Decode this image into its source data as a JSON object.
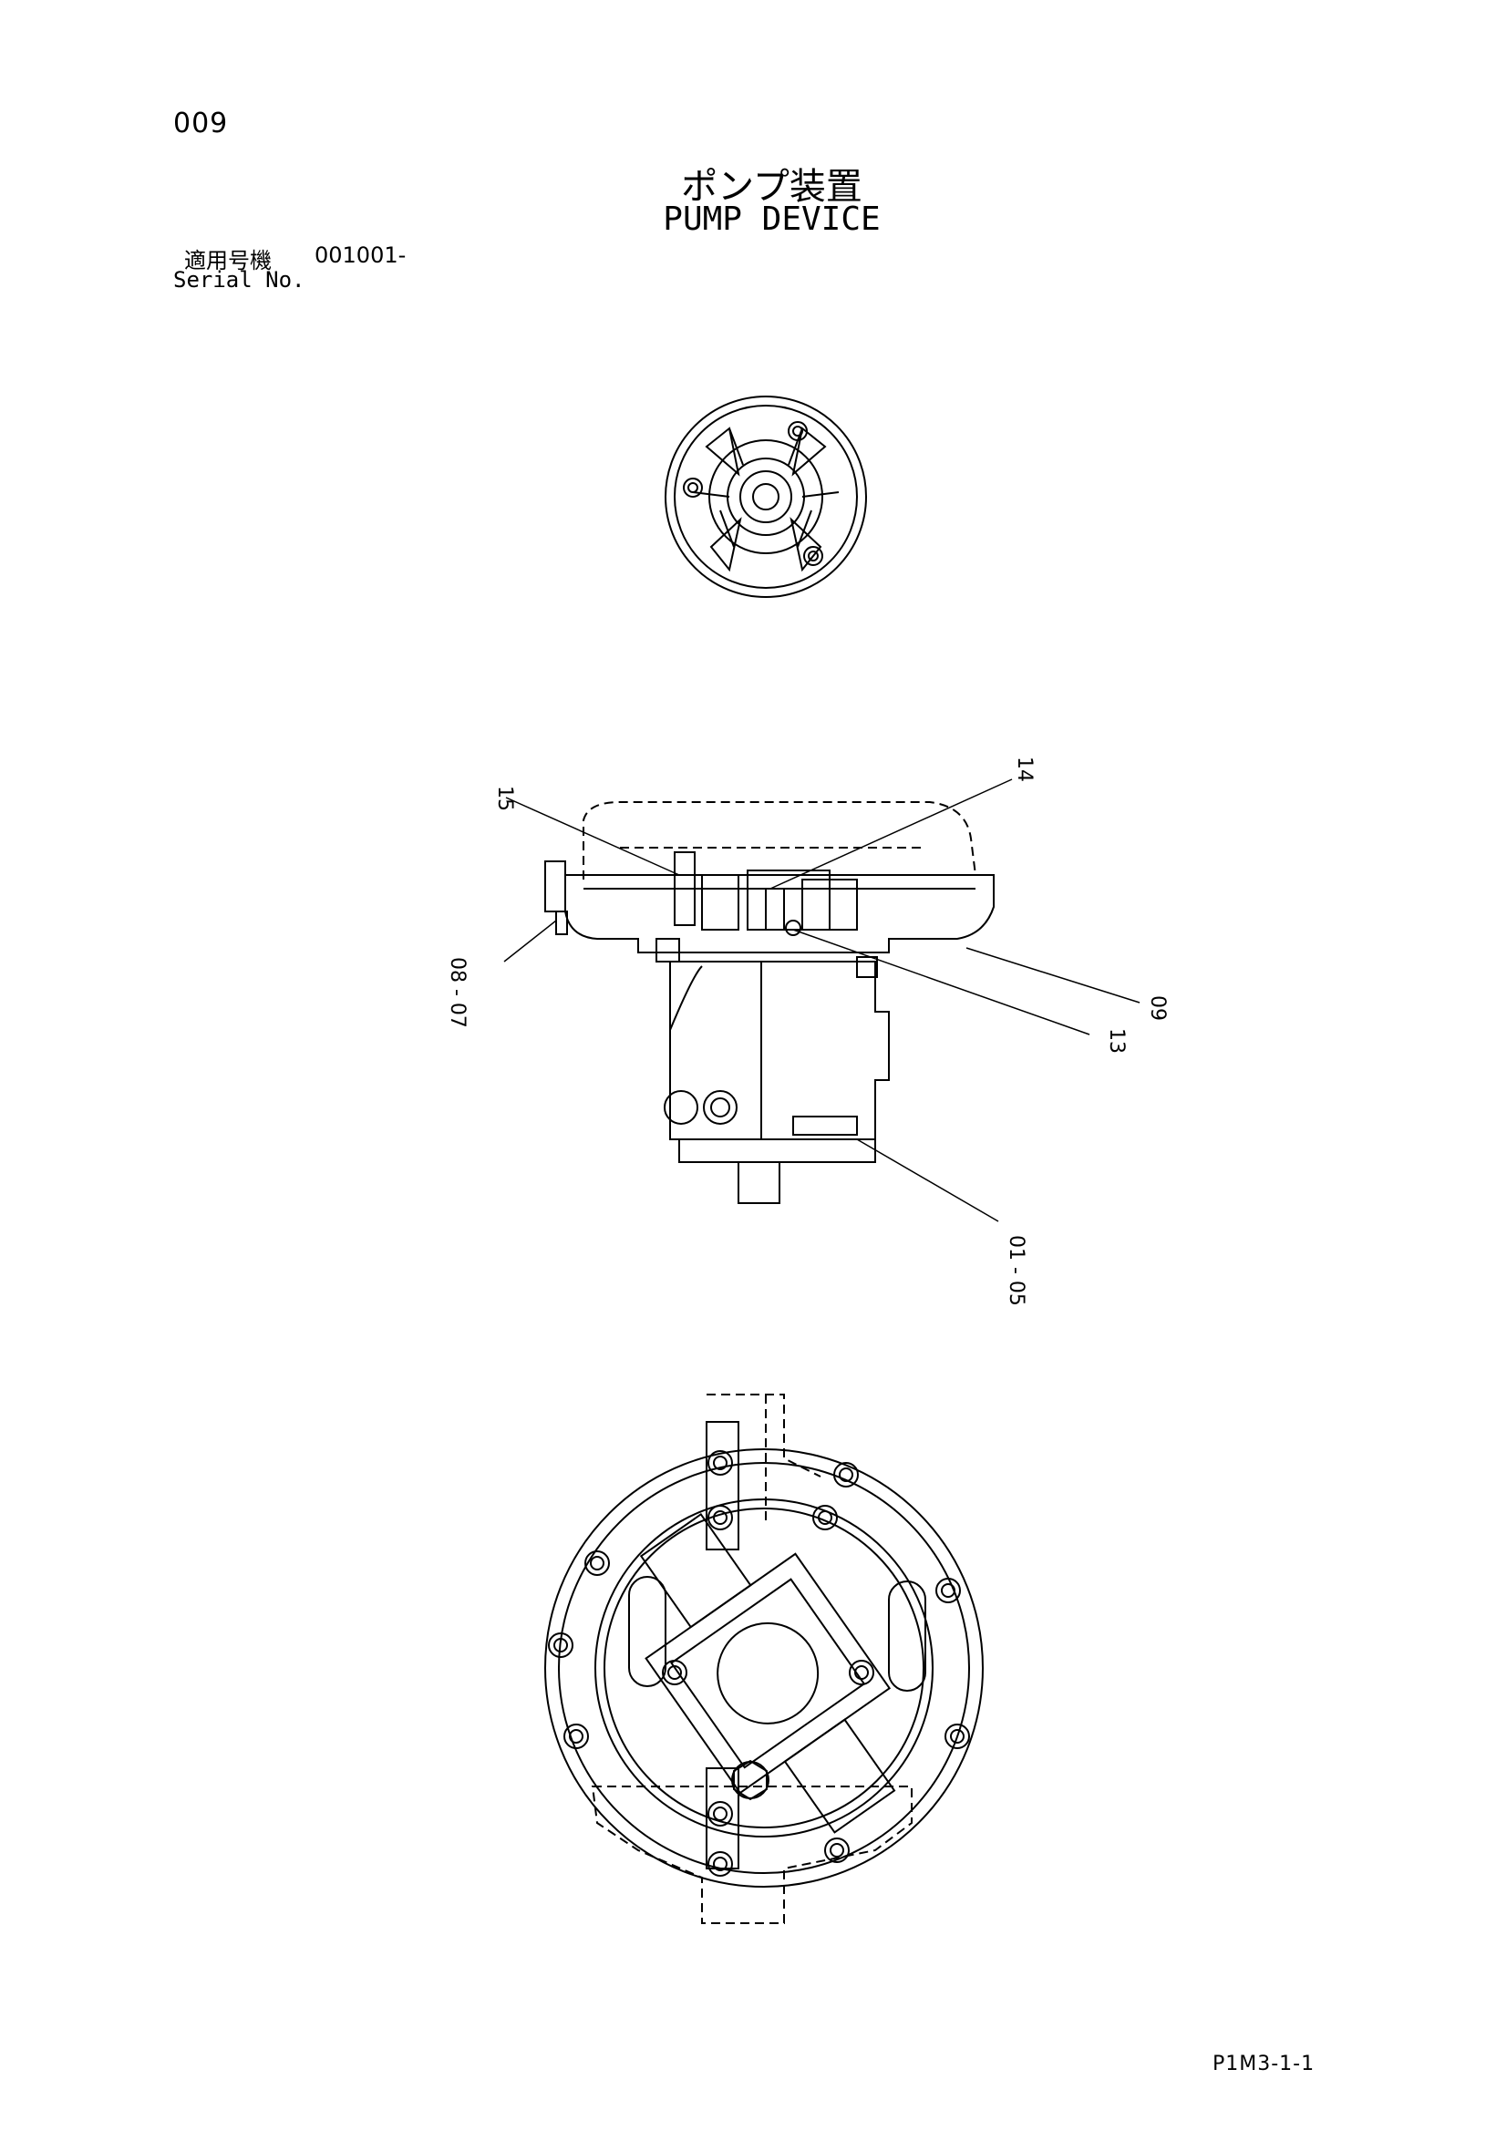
{
  "header": {
    "page_number": "009",
    "title_jp": "ポンプ装置",
    "title_en": "PUMP DEVICE",
    "serial_label_jp": "適用号機",
    "serial_value": "001001-",
    "serial_label_en": "Serial No."
  },
  "callouts": {
    "c15": "15",
    "c14": "14",
    "c09": "09",
    "c13": "13",
    "c08_07": "08 - 07",
    "c01_05": "01 - 05"
  },
  "footer": {
    "page_code": "P1M3-1-1"
  }
}
